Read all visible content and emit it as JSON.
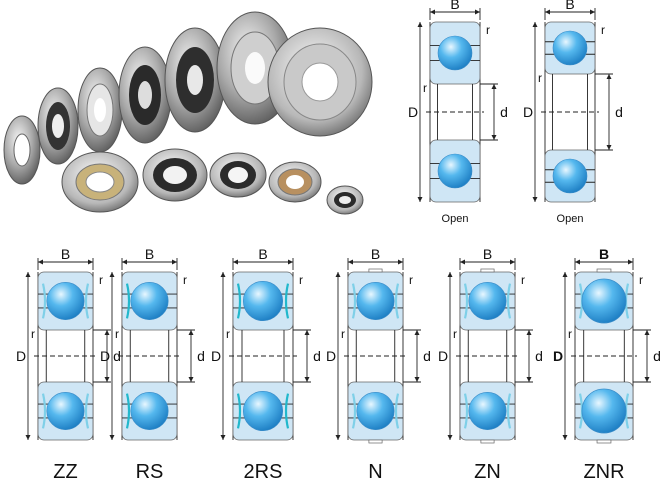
{
  "dimension_labels": {
    "width": "B",
    "outer_diameter": "D",
    "inner_diameter": "d",
    "radius": "r"
  },
  "colors": {
    "ring_fill": "#cfe6f5",
    "ball_light": "#e8f7ff",
    "ball_mid": "#55b8ee",
    "ball_dark": "#1e7fc4",
    "shield": "#7fd0e8",
    "seal": "#22b8cc",
    "line": "#222222"
  },
  "top_types": [
    {
      "caption": "Open",
      "closure": "open"
    },
    {
      "caption": "Open",
      "closure": "open"
    }
  ],
  "bottom_types": [
    {
      "caption": "ZZ",
      "closure": "shield"
    },
    {
      "caption": "RS",
      "closure": "seal-single"
    },
    {
      "caption": "2RS",
      "closure": "seal-double"
    },
    {
      "caption": "N",
      "closure": "snap-groove"
    },
    {
      "caption": "ZN",
      "closure": "shield-groove"
    },
    {
      "caption": "ZNR",
      "closure": "shield-ring"
    }
  ]
}
